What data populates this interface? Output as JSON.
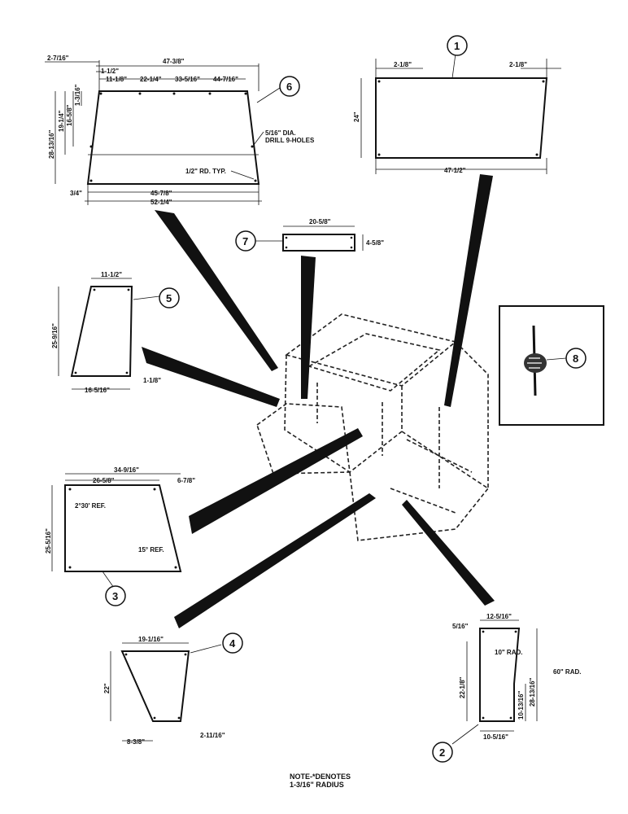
{
  "panels": {
    "p1": {
      "callout": "1",
      "width_top_left": "2-1/8\"",
      "width_top_right": "2-1/8\"",
      "height": "24\"",
      "width_bottom": "47-1/2\""
    },
    "p2": {
      "callout": "2",
      "top": "12-5/16\"",
      "left_offset": "5/16\"",
      "inner_radius": "10\" RAD.",
      "outer_radius": "60\" RAD.",
      "height_main": "22-1/8\"",
      "height_total": "28-13/16\"",
      "height_lower": "10-13/16\"",
      "bottom": "10-5/16\""
    },
    "p3": {
      "callout": "3",
      "width_total": "34-9/16\"",
      "width_top": "26-5/8\"",
      "offset": "6-7/8\"",
      "height": "25-5/16\"",
      "angle_ref": "2°30' REF.",
      "angle_ref2": "15° REF."
    },
    "p4": {
      "callout": "4",
      "top": "19-1/16\"",
      "height": "22\"",
      "bottom_left": "8-3/8\"",
      "bottom_right": "2-11/16\""
    },
    "p5": {
      "callout": "5",
      "top": "11-1/2\"",
      "height": "25-9/16\"",
      "bottom": "16-5/16\"",
      "offset": "1-1/8\""
    },
    "p6": {
      "callout": "6",
      "left_offset": "2-7/16\"",
      "width_top": "47-3/8\"",
      "hole_offset": "1-1/2\"",
      "spacing": [
        "11-1/8\"",
        "22-1/4\"",
        "33-5/16\"",
        "44-7/16\""
      ],
      "v_dims": [
        "28-13/16\"",
        "19-1/4\"",
        "16-5/8\"",
        "1-3/16\""
      ],
      "drill_note_line1": "5/16\" DIA.",
      "drill_note_line2": "DRILL 9-HOLES",
      "radius_note": "1/2\" RD. TYP.",
      "bottom_offset": "3/4\"",
      "width_inner": "45-7/8\"",
      "width_bottom": "52-1/4\""
    },
    "p7": {
      "callout": "7",
      "width": "20-5/8\"",
      "height": "4-5/8\""
    },
    "p8": {
      "callout": "8"
    }
  },
  "note_line1": "NOTE-*DENOTES",
  "note_line2": "1-3/16\" RADIUS"
}
